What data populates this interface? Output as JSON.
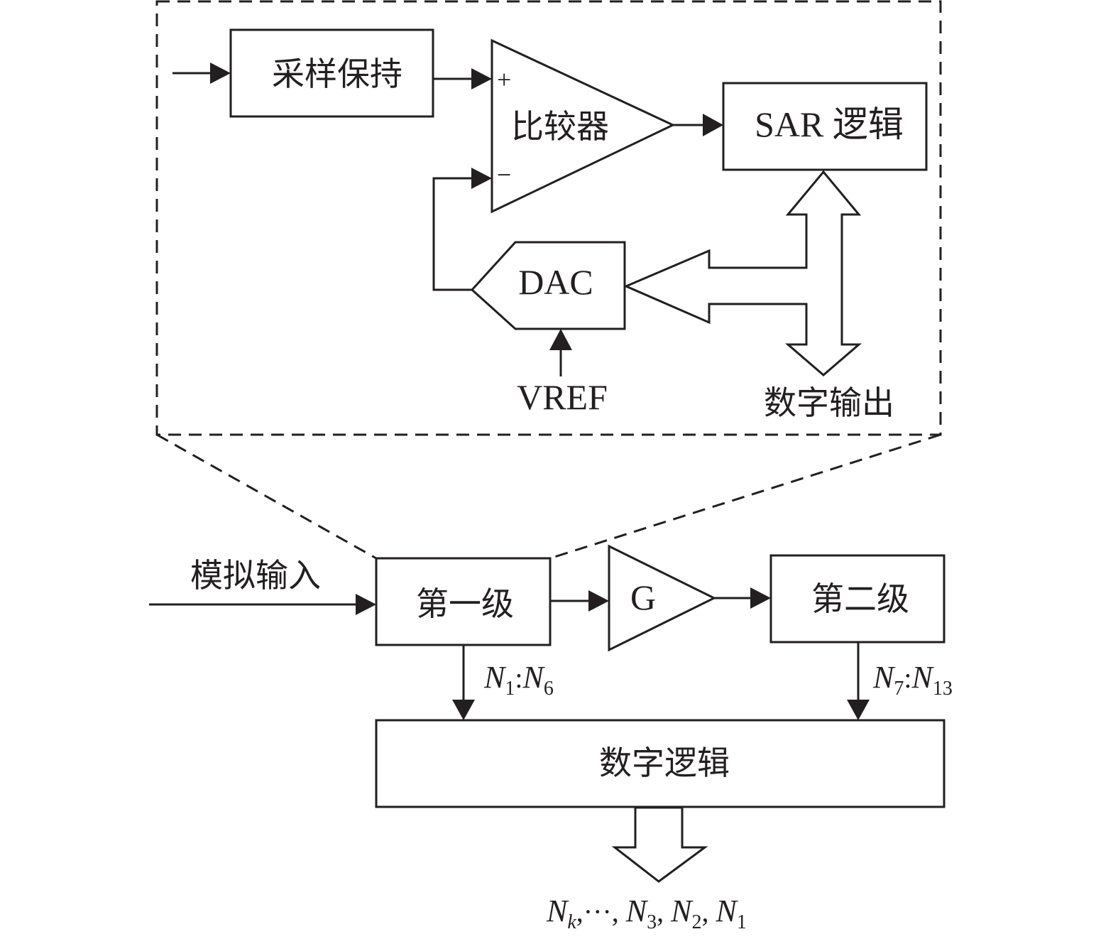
{
  "diagram": {
    "detail": {
      "sample_hold": "采样保持",
      "comparator": "比较器",
      "plus": "+",
      "minus": "−",
      "sar_logic": "SAR 逻辑",
      "dac": "DAC",
      "vref": "VREF",
      "digital_out": "数字输出"
    },
    "pipeline": {
      "analog_input": "模拟输入",
      "stage1": "第一级",
      "gain": "G",
      "stage2": "第二级",
      "digital_logic": "数字逻辑",
      "bits1": {
        "n": "N",
        "a": "1",
        "sep": ":",
        "b": "6"
      },
      "bits2": {
        "n": "N",
        "a": "7",
        "sep": ":",
        "b": "13"
      },
      "output": {
        "n": "N",
        "k": "k",
        "ellipsis": ",···, ",
        "i3": "3",
        "i2": "2",
        "i1": "1",
        "comma": ", "
      }
    }
  }
}
